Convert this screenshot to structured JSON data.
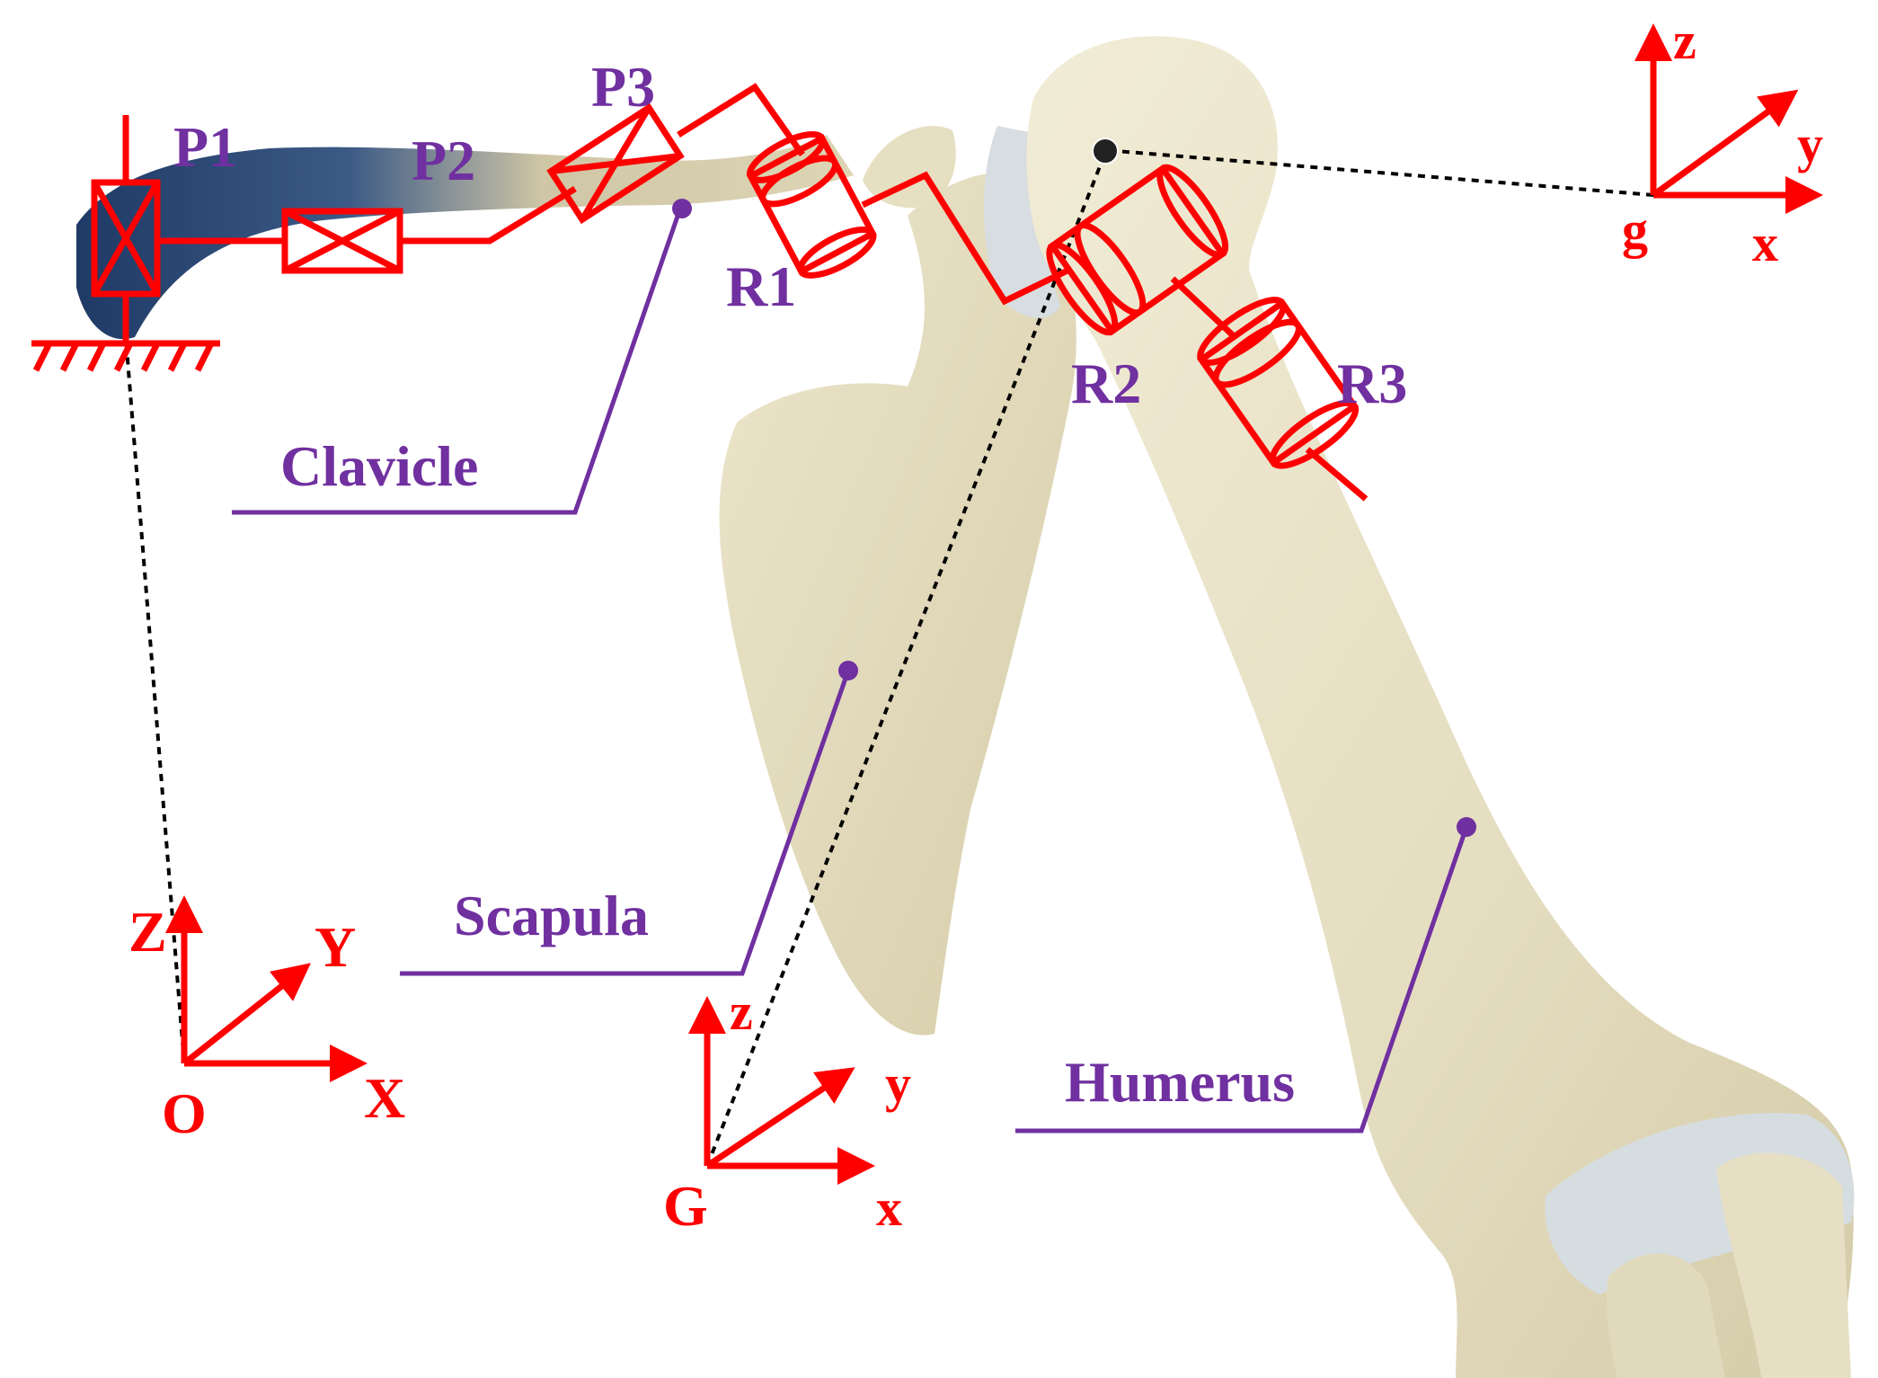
{
  "joints": {
    "p1": "P1",
    "p2": "P2",
    "p3": "P3",
    "r1": "R1",
    "r2": "R2",
    "r3": "R3"
  },
  "bones": {
    "clavicle": "Clavicle",
    "scapula": "Scapula",
    "humerus": "Humerus"
  },
  "frames": {
    "ground": {
      "origin": "O",
      "x": "X",
      "y": "Y",
      "z": "Z"
    },
    "scapula": {
      "origin": "G",
      "x": "x",
      "y": "y",
      "z": "z"
    },
    "humerus": {
      "origin": "g",
      "x": "x",
      "y": "y",
      "z": "z"
    }
  },
  "colors": {
    "mechanism": "#ff0000",
    "labels": "#7030a0",
    "bone": "#e8e2c4",
    "clavicle_shade": "#1f3a66"
  }
}
